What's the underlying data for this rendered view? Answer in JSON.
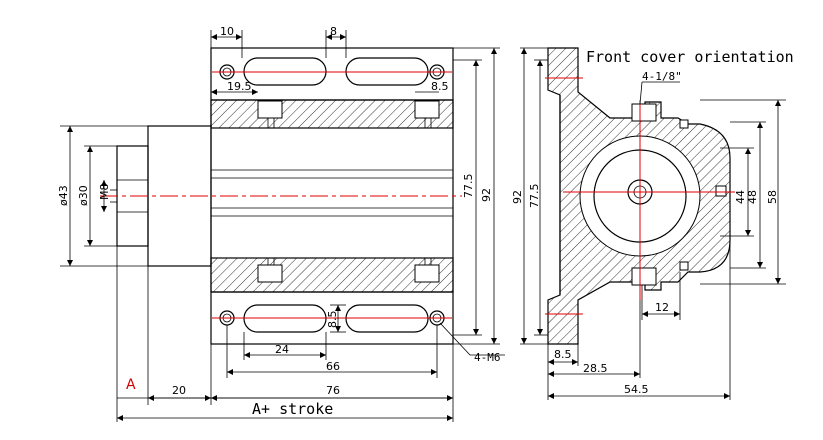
{
  "title": "Front cover orientation",
  "port_label": "4-1/8\"",
  "mount_label": "4-M6",
  "length_label": "A+ stroke",
  "a_label": "A",
  "dimensions": {
    "d10": "10",
    "d8_top": "8",
    "d19_5": "19.5",
    "d8_5_top": "8.5",
    "d77_5_mid": "77.5",
    "d92_mid": "92",
    "d43": "ø43",
    "d30": "ø30",
    "dM8": "M8",
    "d8_5_slot": "8.5",
    "d24": "24",
    "d66": "66",
    "d20": "20",
    "d76": "76",
    "d92_right": "92",
    "d77_5_right": "77.5",
    "d44": "44",
    "d48": "48",
    "d58": "58",
    "d12": "12",
    "d8_5_bottom": "8.5",
    "d28_5": "28.5",
    "d54_5": "54.5"
  },
  "colors": {
    "centerline": "#e00000",
    "label_a": "#d40000",
    "line": "#000000"
  }
}
